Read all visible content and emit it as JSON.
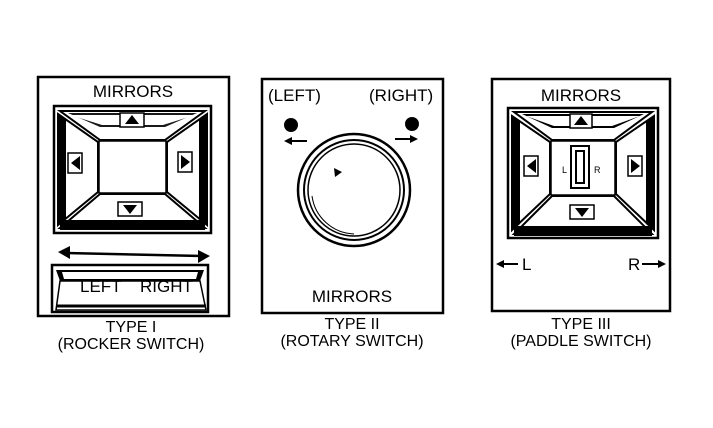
{
  "type1": {
    "title": "MIRRORS",
    "switch_labels": [
      "LEFT",
      "RIGHT"
    ],
    "caption_line1": "TYPE I",
    "caption_line2": "(ROCKER SWITCH)"
  },
  "type2": {
    "left_label": "(LEFT)",
    "right_label": "(RIGHT)",
    "title": "MIRRORS",
    "caption_line1": "TYPE II",
    "caption_line2": "(ROTARY SWITCH)"
  },
  "type3": {
    "title": "MIRRORS",
    "left_label": "L",
    "right_label": "R",
    "caption_line1": "TYPE III",
    "caption_line2": "(PADDLE SWITCH)"
  },
  "colors": {
    "ink": "#000000",
    "paper": "#ffffff"
  }
}
